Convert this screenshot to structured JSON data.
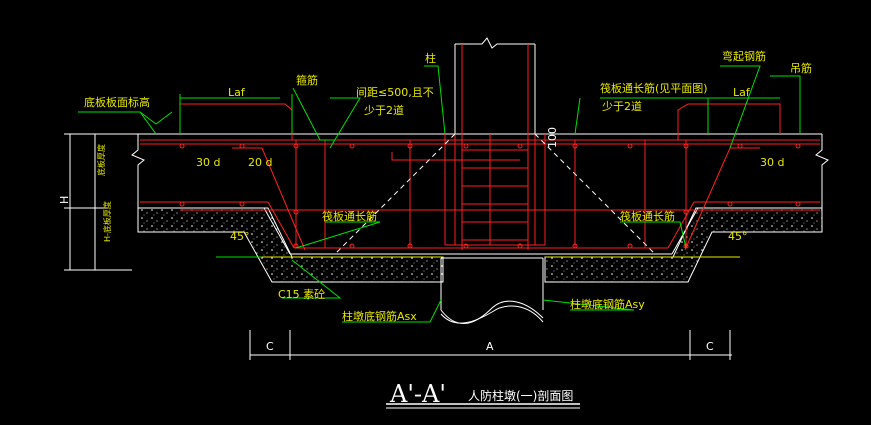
{
  "labels": {
    "column": "柱",
    "stirrup": "箍筋",
    "spacing_line1": "间距≤500,且不",
    "spacing_line2": "少于2道",
    "raft_bar_top_line1": "筏板通长筋(见平面图)",
    "raft_bar_top_line2": "少于2道",
    "bent_bar": "弯起钢筋",
    "hanger_bar": "吊筋",
    "slab_bottom_elev": "底板板面标高",
    "laf_left": "Laf",
    "laf_right": "Laf",
    "d30_left": "30 d",
    "d20_left": "20 d",
    "d30_right": "30 d",
    "d100": "100",
    "h_dim": "H",
    "slab_thickness": "底板厚度",
    "h_minus": "H-底板厚度",
    "raft_bar_left": "筏板通长筋",
    "raft_bar_right": "筏板通长筋",
    "angle_left": "45°",
    "angle_right": "45°",
    "c15": "C15 素砼",
    "asx": "柱墩底钢筋Asx",
    "asy": "柱墩底钢筋Asy",
    "dim_c_left": "C",
    "dim_a": "A",
    "dim_c_right": "C",
    "section_mark": "A'-A'",
    "section_title": "人防柱墩(一)剖面图"
  },
  "colors": {
    "background": "#000000",
    "concrete_outline": "#ffffff",
    "rebar": "#ff2020",
    "annotation": "#00e000",
    "text": "#e8e800",
    "dash": "#ffffff",
    "column": "#ff2020"
  }
}
